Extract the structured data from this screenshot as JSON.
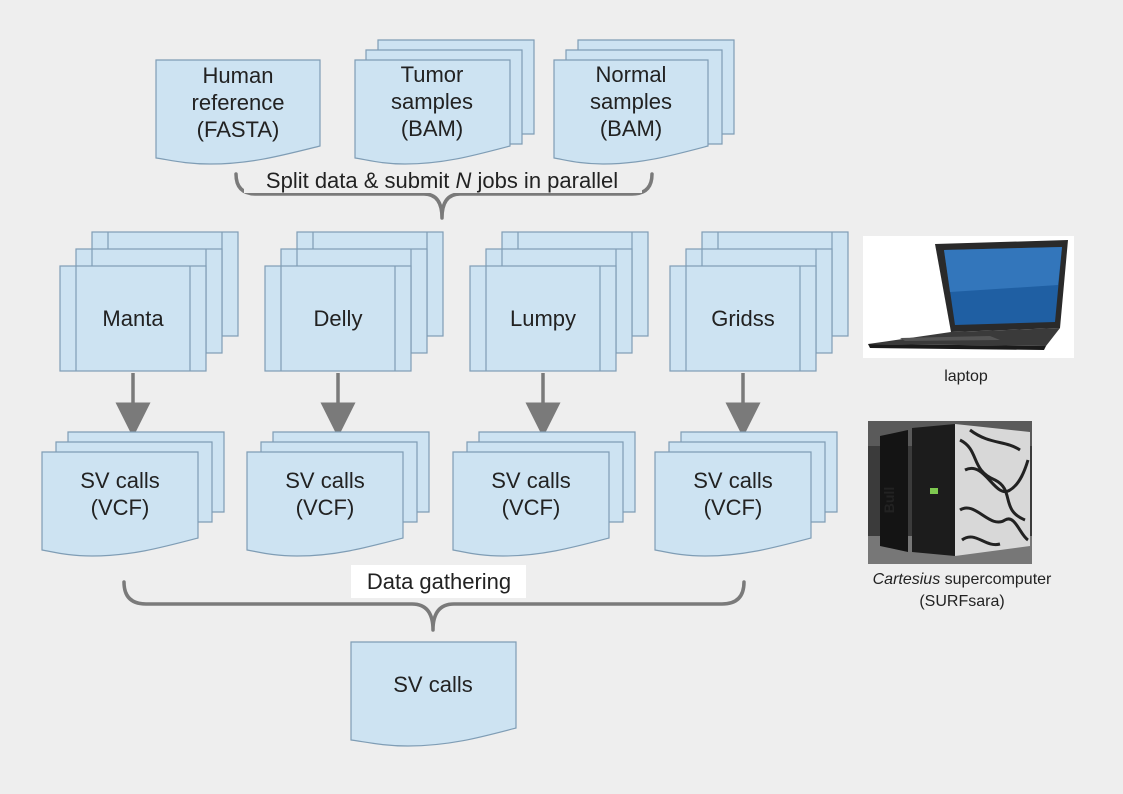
{
  "inputs": {
    "human_reference": [
      "Human",
      "reference",
      "(FASTA)"
    ],
    "tumor_samples": [
      "Tumor",
      "samples",
      "(BAM)"
    ],
    "normal_samples": [
      "Normal",
      "samples",
      "(BAM)"
    ]
  },
  "split_label": {
    "before": "Split data & submit ",
    "n": "N",
    "after": " jobs in parallel"
  },
  "tools": [
    "Manta",
    "Delly",
    "Lumpy",
    "Gridss"
  ],
  "outputs": {
    "line1": "SV calls",
    "line2": "(VCF)"
  },
  "gather_label": "Data gathering",
  "final_output": "SV calls",
  "laptop_caption": "laptop",
  "supercomputer_caption": {
    "italic": "Cartesius",
    "rest": " supercomputer",
    "line2": "(SURFsara)"
  }
}
